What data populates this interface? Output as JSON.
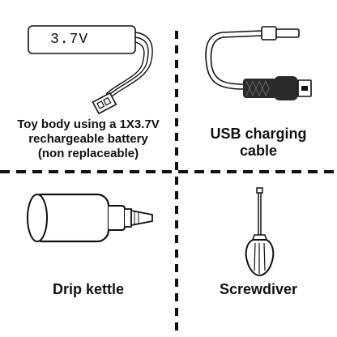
{
  "items": [
    {
      "id": "battery",
      "label_lines": [
        "Toy body using a 1X3.7V",
        "rechargeable battery",
        "(non replaceable)"
      ],
      "icon": "battery-icon"
    },
    {
      "id": "usb",
      "label_lines": [
        "USB charging",
        "cable"
      ],
      "icon": "usb-cable-icon"
    },
    {
      "id": "kettle",
      "label_lines": [
        "Drip kettle"
      ],
      "icon": "drip-kettle-icon"
    },
    {
      "id": "screwdriver",
      "label_lines": [
        "Screwdiver"
      ],
      "icon": "screwdriver-icon"
    }
  ],
  "battery_text": "3.7V",
  "colors": {
    "line": "#111111",
    "fill_light": "#ffffff",
    "cable_dark": "#2a2a2a"
  }
}
